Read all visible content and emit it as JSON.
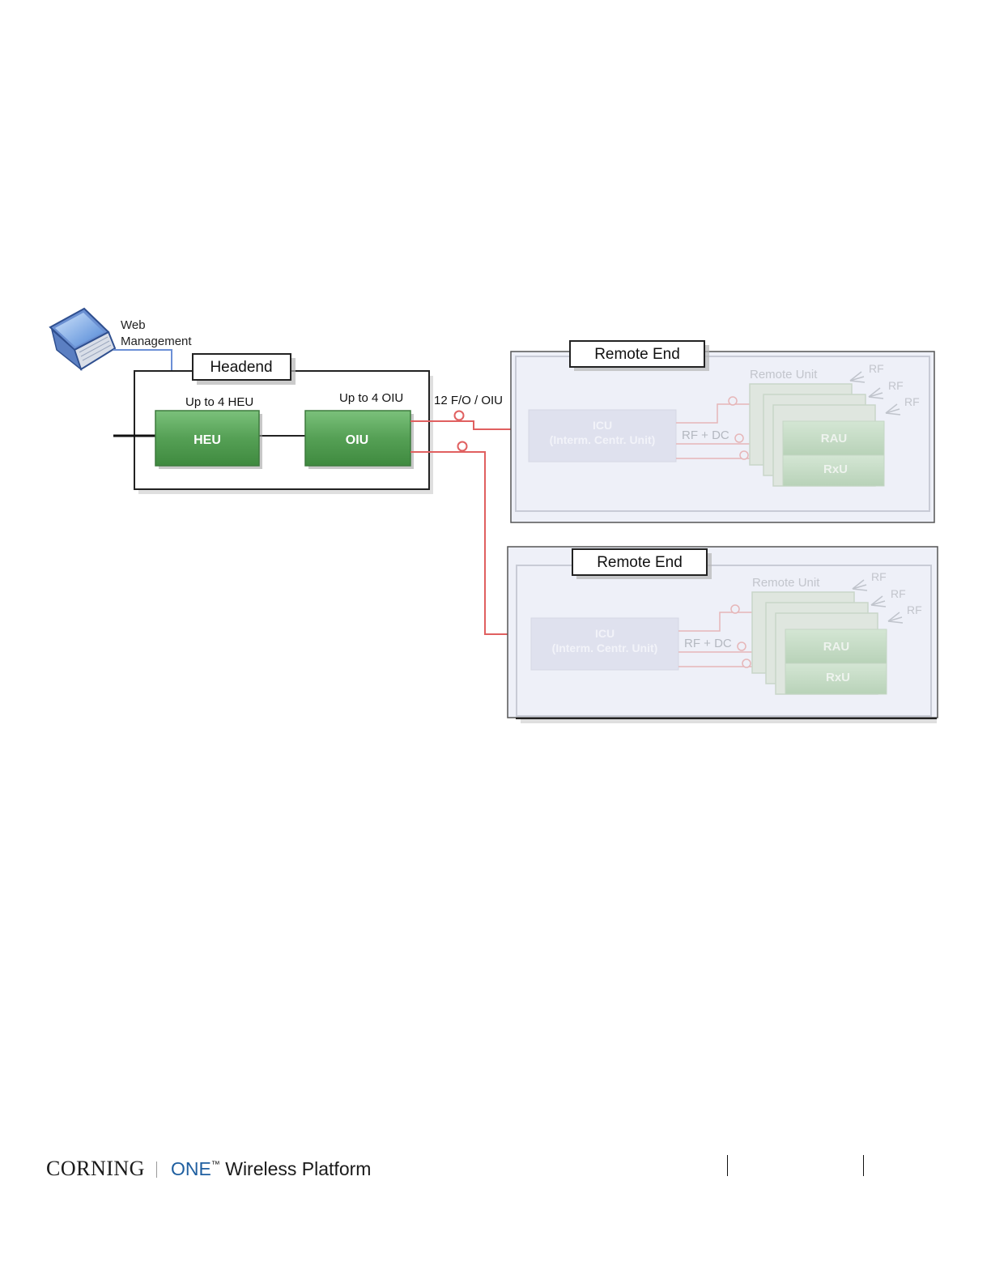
{
  "diagram": {
    "laptop_label_line1": "Web",
    "laptop_label_line2": "Management",
    "headend": {
      "title": "Headend",
      "heu_caption": "Up to 4 HEU",
      "oiu_caption": "Up to 4 OIU",
      "heu_label": "HEU",
      "oiu_label": "OIU"
    },
    "fiber_label": "12 F/O / OIU",
    "remote_ends": [
      {
        "title": "Remote End",
        "remote_unit_label": "Remote Unit",
        "icu_line1": "ICU",
        "icu_line2": "(Interm. Centr. Unit)",
        "rf_dc_label": "RF + DC",
        "rau_label": "RAU",
        "rxu_label": "RxU",
        "rf_labels": [
          "RF",
          "RF",
          "RF"
        ]
      },
      {
        "title": "Remote End",
        "remote_unit_label": "Remote Unit",
        "icu_line1": "ICU",
        "icu_line2": "(Interm. Centr. Unit)",
        "rf_dc_label": "RF + DC",
        "rau_label": "RAU",
        "rxu_label": "RxU",
        "rf_labels": [
          "RF",
          "RF",
          "RF"
        ]
      }
    ],
    "colors": {
      "unit_green": "#5aa35a",
      "fiber_red": "#e06060",
      "mgmt_blue": "#6b8fd6",
      "remote_bg": "#eef0f8"
    }
  },
  "footer": {
    "brand": "CORNING",
    "product_one": "ONE",
    "product_tm": "™",
    "product_rest": " Wireless Platform"
  }
}
